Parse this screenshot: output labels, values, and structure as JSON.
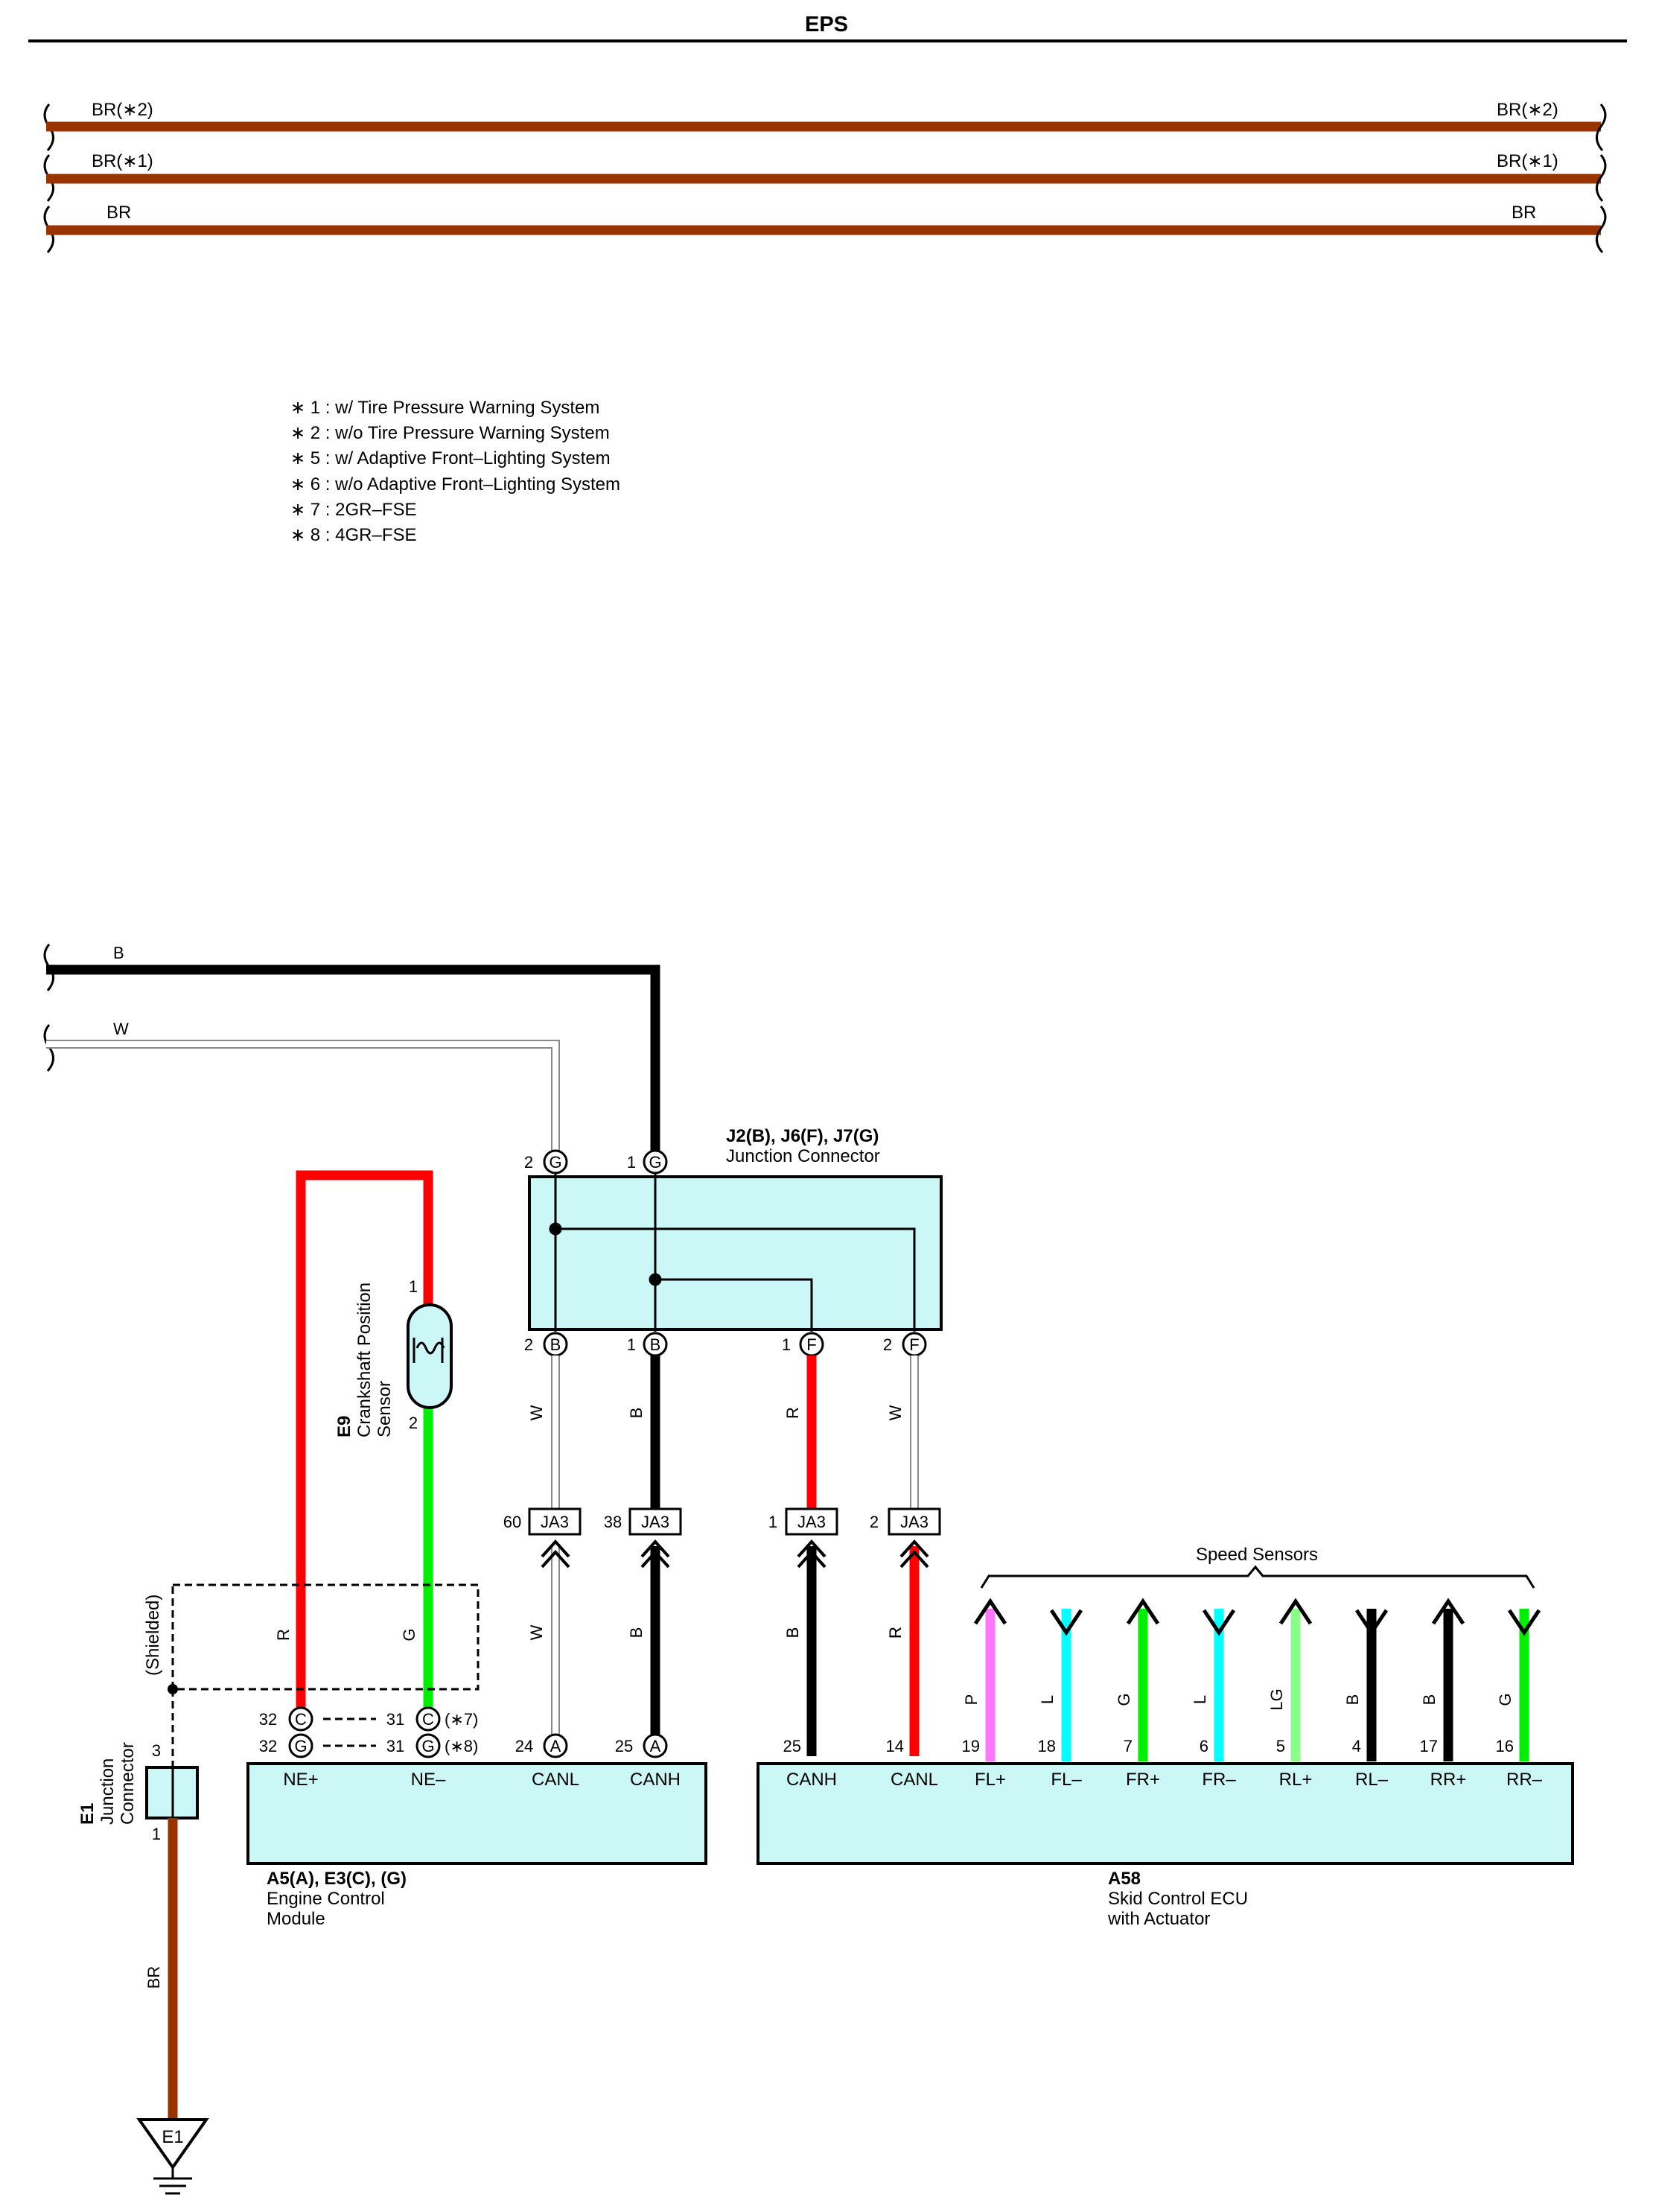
{
  "title": "EPS",
  "colors": {
    "BR": "#993300",
    "B": "#000000",
    "R": "#ff0000",
    "G": "#00ee00",
    "W": "#ffffff",
    "P": "#ff77ff",
    "L": "#00ffff",
    "LG": "#88ff88",
    "box_fill": "#ccf7f7"
  },
  "top_wires": [
    {
      "label_left": "BR(∗2)",
      "label_right": "BR(∗2)",
      "color": "BR"
    },
    {
      "label_left": "BR(∗1)",
      "label_right": "BR(∗1)",
      "color": "BR"
    },
    {
      "label_left": "BR",
      "label_right": "BR",
      "color": "BR"
    }
  ],
  "notes": [
    "∗ 1 : w/ Tire Pressure Warning System",
    "∗ 2 : w/o Tire Pressure Warning System",
    "∗ 5 : w/ Adaptive Front–Lighting System",
    "∗ 6 : w/o Adaptive Front–Lighting System",
    "∗ 7 : 2GR–FSE",
    "∗ 8 : 4GR–FSE"
  ],
  "incoming_wires": {
    "b_label": "B",
    "w_label": "W"
  },
  "junction_connector": {
    "name": "J2(B), J6(F), J7(G)",
    "desc": "Junction Connector",
    "top_pins": [
      {
        "num": "2",
        "conn": "G"
      },
      {
        "num": "1",
        "conn": "G"
      }
    ],
    "bottom_pins": [
      {
        "num": "2",
        "conn": "B"
      },
      {
        "num": "1",
        "conn": "B"
      },
      {
        "num": "1",
        "conn": "F"
      },
      {
        "num": "2",
        "conn": "F"
      }
    ],
    "wire_labels": [
      "W",
      "B",
      "R",
      "W"
    ]
  },
  "ja3": {
    "connector": "JA3",
    "pins": [
      "60",
      "38",
      "1",
      "2"
    ],
    "wire_labels": [
      "W",
      "B",
      "B",
      "R"
    ]
  },
  "crank_sensor": {
    "id": "E9",
    "name_line1": "Crankshaft Position",
    "name_line2": "Sensor",
    "pin1": "1",
    "pin2": "2"
  },
  "shielded_label": "(Shielded)",
  "shield_wire_labels": [
    "R",
    "G"
  ],
  "ecm": {
    "name": "A5(A), E3(C), (G)",
    "desc_line1": "Engine Control",
    "desc_line2": "Module",
    "row1": {
      "p32": "32",
      "c32": "C",
      "p31": "31",
      "c31": "C",
      "note": "(∗7)"
    },
    "row2": {
      "p32": "32",
      "c32": "G",
      "p31": "31",
      "c31": "G",
      "note": "(∗8)"
    },
    "pin24": {
      "num": "24",
      "conn": "A"
    },
    "pin25": {
      "num": "25",
      "conn": "A"
    },
    "terminals": [
      "NE+",
      "NE–",
      "CANL",
      "CANH"
    ]
  },
  "e1_junction": {
    "id": "E1",
    "line1": "Junction",
    "line2": "Connector",
    "pin_top": "3",
    "pin_bottom": "1",
    "wire_label": "BR",
    "ground_label": "E1"
  },
  "skid_ecu": {
    "name": "A58",
    "desc_line1": "Skid Control ECU",
    "desc_line2": "with Actuator",
    "speed_sensors_label": "Speed Sensors",
    "terminals": [
      {
        "pin": "25",
        "label": "CANH",
        "wire": "B"
      },
      {
        "pin": "14",
        "label": "CANL",
        "wire": "R"
      },
      {
        "pin": "19",
        "label": "FL+",
        "wire": "P"
      },
      {
        "pin": "18",
        "label": "FL–",
        "wire": "L"
      },
      {
        "pin": "7",
        "label": "FR+",
        "wire": "G"
      },
      {
        "pin": "6",
        "label": "FR–",
        "wire": "L"
      },
      {
        "pin": "5",
        "label": "RL+",
        "wire": "LG"
      },
      {
        "pin": "4",
        "label": "RL–",
        "wire": "B"
      },
      {
        "pin": "17",
        "label": "RR+",
        "wire": "B"
      },
      {
        "pin": "16",
        "label": "RR–",
        "wire": "G"
      }
    ]
  }
}
